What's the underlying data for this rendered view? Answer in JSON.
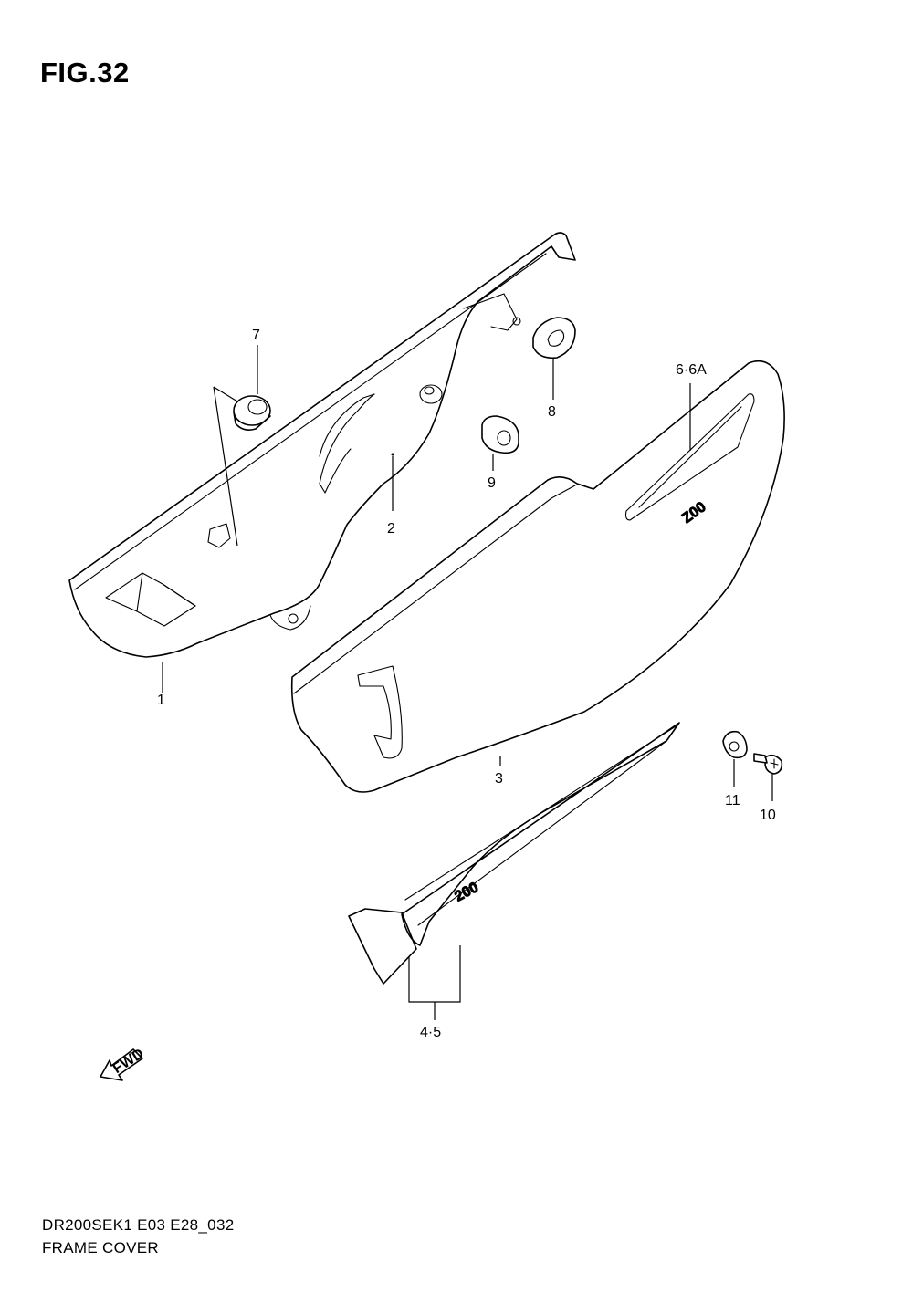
{
  "figure": {
    "title": "FIG.32",
    "model_code": "DR200SEK1 E03 E28_032",
    "section_name": "FRAME COVER"
  },
  "callouts": {
    "p1": "1",
    "p2": "2",
    "p3": "3",
    "p45": "4·5",
    "p66a": "6·6A",
    "p7": "7",
    "p8": "8",
    "p9": "9",
    "p10": "10",
    "p11": "11"
  },
  "fwd_label": "FWD"
}
